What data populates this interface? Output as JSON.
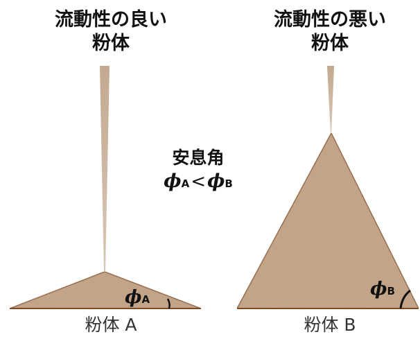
{
  "left_title": {
    "line1": "流動性の良い",
    "line2": "粉体"
  },
  "right_title": {
    "line1": "流動性の悪い",
    "line2": "粉体"
  },
  "center": {
    "heading": "安息角",
    "symbol": "ϕ",
    "sub_a": "A",
    "sub_b": "B",
    "relation": "<"
  },
  "angle_a": {
    "symbol": "ϕ",
    "sub": "A"
  },
  "angle_b": {
    "symbol": "ϕ",
    "sub": "B"
  },
  "caption_a": "粉体 A",
  "caption_b": "粉体 B",
  "colors": {
    "powder_fill": "#c8a88c",
    "powder_edge": "#8b5a35",
    "stream": "#c9ae95"
  }
}
